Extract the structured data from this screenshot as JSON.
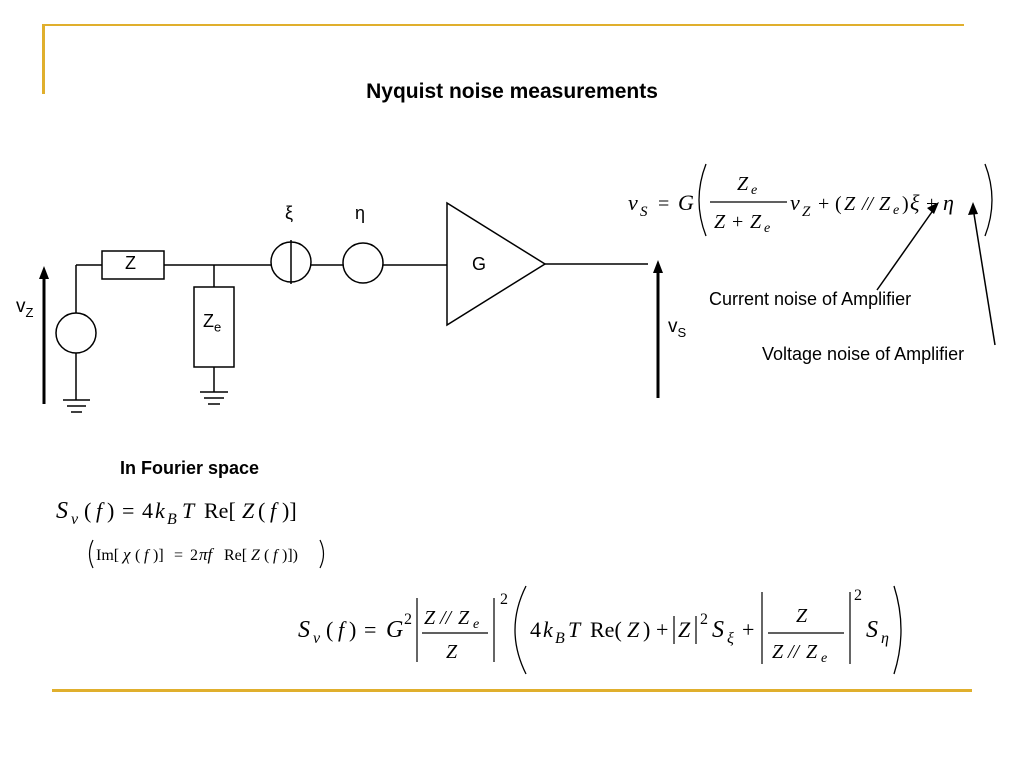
{
  "slide": {
    "title": "Nyquist noise measurements",
    "accent_color": "#E0AF2D"
  },
  "circuit": {
    "source_voltage_label": "v",
    "source_voltage_sub": "Z",
    "impedance_label": "Z",
    "shunt_impedance_label": "Z",
    "shunt_impedance_sub": "e",
    "current_noise_symbol": "ξ",
    "voltage_noise_symbol": "η",
    "amplifier_label": "G",
    "output_voltage_label": "v",
    "output_voltage_sub": "S"
  },
  "annotations": {
    "current_noise": "Current noise of Amplifier",
    "voltage_noise": "Voltage noise of Amplifier"
  },
  "fourier": {
    "heading": "In Fourier space"
  },
  "equations": {
    "output_voltage": "v_S = G( Z_e/(Z+Z_e) v_Z + (Z//Z_e) ξ + η )",
    "nyquist": "S_v(f) = 4 k_B T Re[Z(f)]",
    "fdt": "(Im[χ(f)] = 2πf Re[Z(f)])",
    "spectral": "S_v(f) = G^2 |Z//Z_e / Z|^2 ( 4 k_B T Re(Z) + |Z|^2 S_ξ + |Z / (Z//Z_e)|^2 S_η )"
  }
}
